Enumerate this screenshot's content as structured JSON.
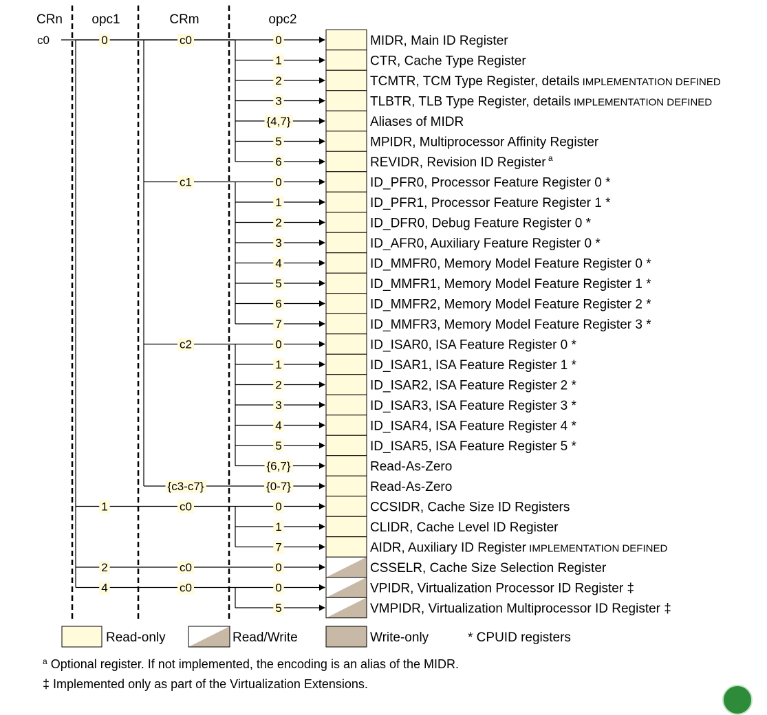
{
  "headers": {
    "crn": "CRn",
    "opc1": "opc1",
    "crm": "CRm",
    "opc2": "opc2"
  },
  "crn_value": "c0",
  "colors": {
    "read_only": "#FFFBDB",
    "write_only": "#C8B8A6",
    "label_bg": "#FFFBDB",
    "badge": "#2e8b3a"
  },
  "icons": {
    "badge": "circle-badge-icon",
    "arrow": "arrowhead-icon"
  },
  "groups": [
    {
      "opc1": "0",
      "crm": "c0",
      "first": 0,
      "last": 6
    },
    {
      "opc1": "",
      "crm": "c1",
      "first": 7,
      "last": 14
    },
    {
      "opc1": "",
      "crm": "c2",
      "first": 15,
      "last": 21
    },
    {
      "opc1": "",
      "crm": "{c3-c7}",
      "first": 22,
      "last": 22
    },
    {
      "opc1": "1",
      "crm": "c0",
      "first": 23,
      "last": 25
    },
    {
      "opc1": "2",
      "crm": "c0",
      "first": 26,
      "last": 26
    },
    {
      "opc1": "4",
      "crm": "c0",
      "first": 27,
      "last": 28
    }
  ],
  "rows": [
    {
      "opc2": "0",
      "access": "ro",
      "desc": "MIDR, Main ID Register"
    },
    {
      "opc2": "1",
      "access": "ro",
      "desc": "CTR, Cache Type Register"
    },
    {
      "opc2": "2",
      "access": "ro",
      "desc": "TCMTR, TCM Type Register, details",
      "desc_small": "IMPLEMENTATION DEFINED"
    },
    {
      "opc2": "3",
      "access": "ro",
      "desc": "TLBTR, TLB Type Register, details",
      "desc_small": "IMPLEMENTATION DEFINED"
    },
    {
      "opc2": "{4,7}",
      "access": "ro",
      "desc": "Aliases of MIDR"
    },
    {
      "opc2": "5",
      "access": "ro",
      "desc": "MPIDR, Multiprocessor Affinity Register"
    },
    {
      "opc2": "6",
      "access": "ro",
      "desc": "REVIDR, Revision ID Register",
      "desc_sup": "a"
    },
    {
      "opc2": "0",
      "access": "ro",
      "desc": "ID_PFR0, Processor Feature Register 0 *"
    },
    {
      "opc2": "1",
      "access": "ro",
      "desc": "ID_PFR1, Processor Feature Register 1 *"
    },
    {
      "opc2": "2",
      "access": "ro",
      "desc": "ID_DFR0, Debug Feature Register 0 *"
    },
    {
      "opc2": "3",
      "access": "ro",
      "desc": "ID_AFR0, Auxiliary Feature Register 0 *"
    },
    {
      "opc2": "4",
      "access": "ro",
      "desc": "ID_MMFR0, Memory Model Feature Register 0 *"
    },
    {
      "opc2": "5",
      "access": "ro",
      "desc": "ID_MMFR1, Memory Model Feature Register 1 *"
    },
    {
      "opc2": "6",
      "access": "ro",
      "desc": "ID_MMFR2, Memory Model Feature Register 2 *"
    },
    {
      "opc2": "7",
      "access": "ro",
      "desc": "ID_MMFR3, Memory Model Feature Register 3 *"
    },
    {
      "opc2": "0",
      "access": "ro",
      "desc": "ID_ISAR0, ISA Feature Register 0 *"
    },
    {
      "opc2": "1",
      "access": "ro",
      "desc": "ID_ISAR1, ISA Feature Register 1 *"
    },
    {
      "opc2": "2",
      "access": "ro",
      "desc": "ID_ISAR2, ISA Feature Register 2 *"
    },
    {
      "opc2": "3",
      "access": "ro",
      "desc": "ID_ISAR3, ISA Feature Register 3 *"
    },
    {
      "opc2": "4",
      "access": "ro",
      "desc": "ID_ISAR4, ISA Feature Register 4 *"
    },
    {
      "opc2": "5",
      "access": "ro",
      "desc": "ID_ISAR5, ISA Feature Register 5 *"
    },
    {
      "opc2": "{6,7}",
      "access": "ro",
      "desc": "Read-As-Zero"
    },
    {
      "opc2": "{0-7}",
      "access": "ro",
      "desc": "Read-As-Zero"
    },
    {
      "opc2": "0",
      "access": "ro",
      "desc": "CCSIDR, Cache Size ID Registers"
    },
    {
      "opc2": "1",
      "access": "ro",
      "desc": "CLIDR, Cache Level ID Register"
    },
    {
      "opc2": "7",
      "access": "ro",
      "desc": "AIDR, Auxiliary ID Register",
      "desc_small": "IMPLEMENTATION DEFINED"
    },
    {
      "opc2": "0",
      "access": "rw",
      "desc": "CSSELR, Cache Size Selection Register"
    },
    {
      "opc2": "0",
      "access": "rw",
      "desc": "VPIDR, Virtualization Processor ID Register ‡"
    },
    {
      "opc2": "5",
      "access": "rw",
      "desc": "VMPIDR, Virtualization Multiprocessor ID Register ‡"
    }
  ],
  "legend": {
    "read_only": "Read-only",
    "read_write": "Read/Write",
    "write_only": "Write-only",
    "cpuid": "* CPUID registers"
  },
  "notes": {
    "a_mark": "a",
    "a_text": "Optional register. If not implemented, the encoding is an alias of the MIDR.",
    "dagger": "‡ Implemented only as part of the Virtualization Extensions."
  }
}
